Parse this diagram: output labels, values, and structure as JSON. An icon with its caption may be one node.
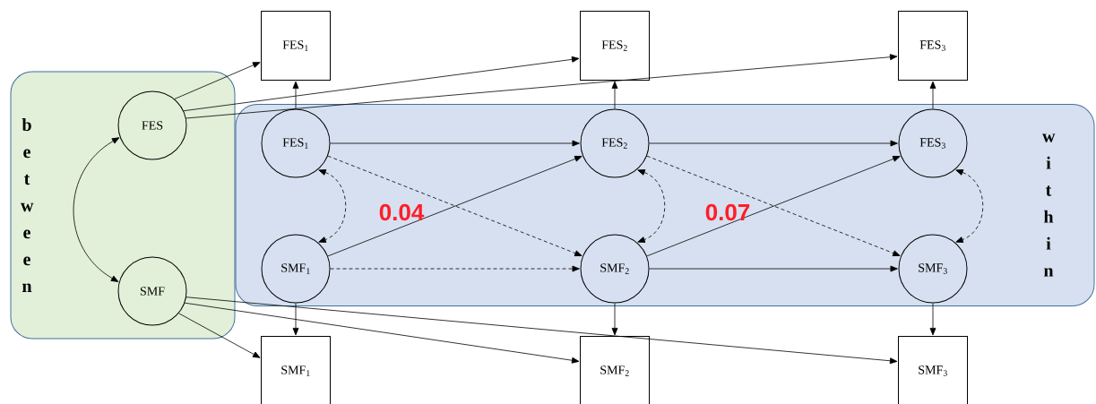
{
  "diagram": {
    "nodes": [
      {
        "text": [
          "between"
        ]
      },
      {
        "text": [
          "FES"
        ],
        "in": 0
      },
      {
        "text": [
          "SMF"
        ],
        "in": 0
      },
      {
        "text": [
          "within"
        ]
      },
      {
        "text": [
          "FES$_{1}$"
        ],
        "in": 3
      },
      {
        "text": [
          "FES$_{2}$"
        ],
        "in": 3
      },
      {
        "text": [
          "FES$_{3}$"
        ],
        "in": 3
      },
      {
        "text": [
          "SMF$_{1}$"
        ],
        "in": 3
      },
      {
        "text": [
          "SMF$_{2}$"
        ],
        "in": 3
      },
      {
        "text": [
          "SMF$_{3}$"
        ],
        "in": 3
      },
      {
        "text": [
          "FES$_{1}$"
        ]
      },
      {
        "text": [
          "FES$_{2}$"
        ]
      },
      {
        "text": [
          "FES$_{3}$"
        ]
      },
      {
        "text": [
          "SMF$_{1}$"
        ]
      },
      {
        "text": [
          "SMF$_{2}$"
        ]
      },
      {
        "text": [
          "SMF$_{3}$"
        ]
      }
    ],
    "edges": [
      {
        "from": 1,
        "to": 2,
        "arrow": "both"
      },
      {
        "from": 1,
        "to": 10,
        "arrow": "to"
      },
      {
        "from": 1,
        "to": 11,
        "arrow": "to"
      },
      {
        "from": 1,
        "to": 12,
        "arrow": "to"
      },
      {
        "from": 2,
        "to": 13,
        "arrow": "to"
      },
      {
        "from": 2,
        "to": 14,
        "arrow": "to"
      },
      {
        "from": 2,
        "to": 15,
        "arrow": "to"
      },
      {
        "from": 4,
        "to": 10,
        "arrow": "to"
      },
      {
        "from": 5,
        "to": 11,
        "arrow": "to"
      },
      {
        "from": 6,
        "to": 12,
        "arrow": "to"
      },
      {
        "from": 7,
        "to": 13,
        "arrow": "to"
      },
      {
        "from": 8,
        "to": 14,
        "arrow": "to"
      },
      {
        "from": 9,
        "to": 15,
        "arrow": "to"
      },
      {
        "from": 4,
        "to": 5,
        "arrow": "to"
      },
      {
        "from": 5,
        "to": 6,
        "arrow": "to"
      },
      {
        "from": 7,
        "to": 5,
        "arrow": "to"
      },
      {
        "from": 8,
        "to": 6,
        "arrow": "to"
      },
      {
        "from": 4,
        "to": 8,
        "arrow": "to",
        "style": "dashed"
      },
      {
        "from": 5,
        "to": 9,
        "arrow": "to",
        "style": "dashed"
      },
      {
        "from": 7,
        "to": 8,
        "arrow": "to",
        "style": "dashed"
      },
      {
        "from": 8,
        "to": 9,
        "arrow": "to"
      },
      {
        "from": 4,
        "to": 7,
        "arrow": "both",
        "style": "dashed"
      },
      {
        "from": 5,
        "to": 8,
        "arrow": "both",
        "style": "dashed"
      },
      {
        "from": 6,
        "to": 9,
        "arrow": "both",
        "style": "dashed"
      }
    ],
    "labels": [
      "0.04",
      "0.07"
    ]
  }
}
